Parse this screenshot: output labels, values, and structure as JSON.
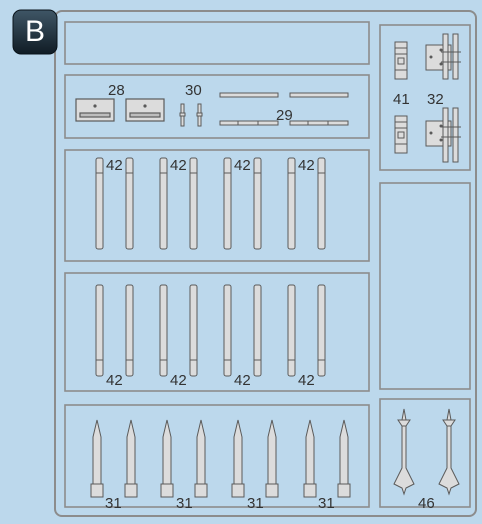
{
  "sprue": {
    "letter": "B",
    "labels": {
      "p28": "28",
      "p30": "30",
      "p29": "29",
      "p41": "41",
      "p32": "32",
      "p42": "42",
      "p31": "31",
      "p46": "46"
    }
  },
  "colors": {
    "background": "#bcd8ec",
    "frame": "#8c8c8c",
    "part_fill": "#dcdcdc",
    "part_stroke": "#5a5a5a",
    "badge": "#1e2f3b",
    "text": "#333333"
  }
}
